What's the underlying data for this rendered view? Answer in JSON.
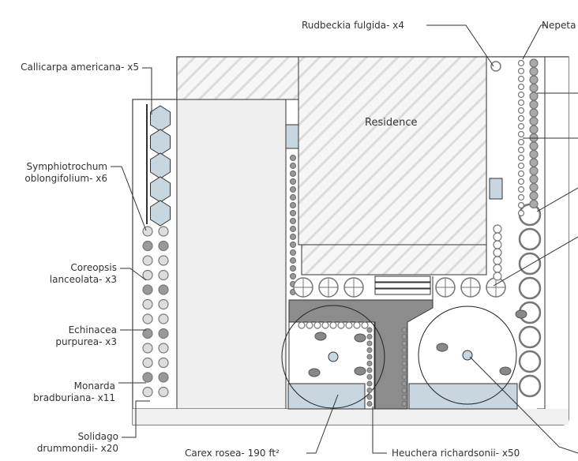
{
  "building": {
    "label": "Residence"
  },
  "labels": {
    "callicarpa": "Callicarpa americana- x5",
    "symphiotrichum_1": "Symphiotrochum",
    "symphiotrichum_2": "oblongifolium- x6",
    "coreopsis_1": "Coreopsis",
    "coreopsis_2": "lanceolata- x3",
    "echinacea_1": "Echinacea",
    "echinacea_2": "purpurea- x3",
    "monarda_1": "Monarda",
    "monarda_2": "bradburiana- x11",
    "solidago_1": "Solidago",
    "solidago_2": "drummondii- x20",
    "carex": "Carex rosea- 190 ft²",
    "heuchera": "Heuchera richardsonii- x50",
    "rudbeckia": "Rudbeckia fulgida- x4",
    "nepeta": "Nepeta"
  },
  "colors": {
    "shrub": "#c8d6e0",
    "path": "#8a8a8a",
    "driveway": "#f1f1f1",
    "plant": "#777777"
  }
}
